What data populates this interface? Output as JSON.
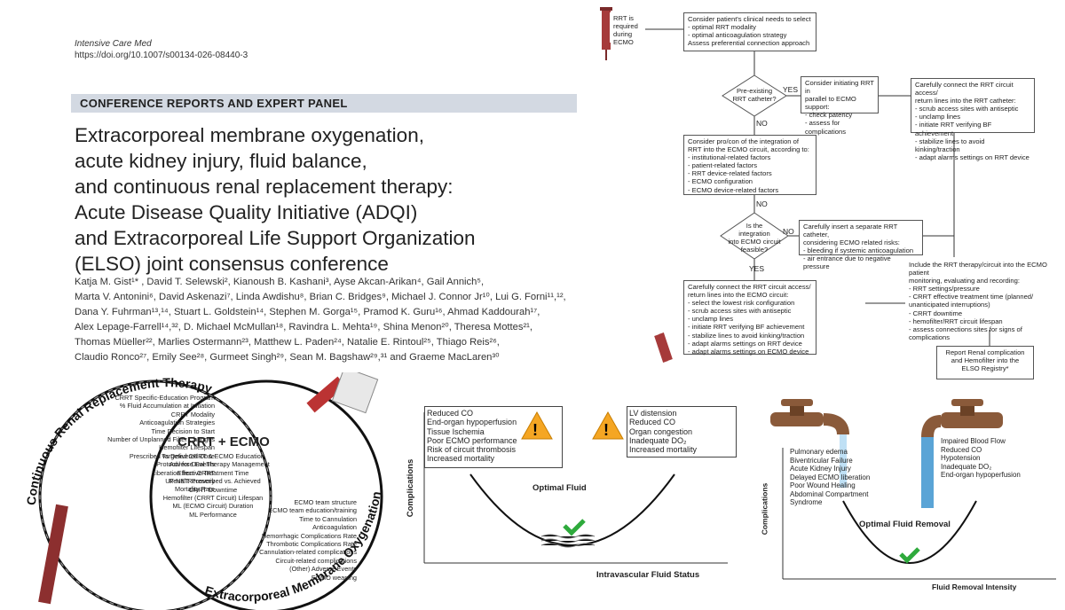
{
  "paper": {
    "journal": "Intensive Care Med",
    "doi": "https://doi.org/10.1007/s00134-026-08440-3",
    "section": "CONFERENCE REPORTS AND EXPERT PANEL",
    "title_lines": [
      "Extracorporeal membrane oxygenation,",
      "acute kidney injury, fluid balance,",
      "and continuous renal replacement therapy:",
      "Acute Disease Quality Initiative (ADQI)",
      "and Extracorporeal Life Support Organization",
      "(ELSO) joint consensus conference"
    ],
    "author_lines": [
      "Katja M. Gist¹* , David T. Selewski², Kianoush B. Kashani³, Ayse Akcan-Arikan⁴, Gail Annich⁵,",
      "Marta V. Antonini⁶, David Askenazi⁷, Linda Awdishu⁸, Brian C. Bridges⁹, Michael J. Connor Jr¹⁰, Lui G. Forni¹¹,¹²,",
      "Dana Y. Fuhrman¹³,¹⁴, Stuart L. Goldstein¹⁴, Stephen M. Gorga¹⁵, Pramod K. Guru¹⁶, Ahmad Kaddourah¹⁷,",
      "Alex Lepage-Farrell¹⁴,³², D. Michael McMullan¹⁸, Ravindra L. Mehta¹⁹, Shina Menon²⁰, Theresa Mottes²¹,",
      "Thomas Müeller²², Marlies Ostermann²³, Matthew L. Paden²⁴, Natalie E. Rintoul²⁵, Thiago Reis²⁶,",
      "Claudio Ronco²⁷, Emily See²⁸, Gurmeet Singh²⁹, Sean M. Bagshaw²⁹,³¹ and Graeme MacLaren³⁰"
    ]
  },
  "flowchart": {
    "start": "RRT is required\nduring ECMO",
    "consider_needs": "Consider patient's clinical needs to select\n- optimal RRT modality\n- optimal anticoagulation strategy\nAssess preferential connection approach",
    "decision1": "Pre-existing\nRRT catheter?",
    "yes1": "YES",
    "no1": "NO",
    "parallel": "Consider initiating RRT in\nparallel to ECMO support:\n- check patency\n- assess for complications",
    "connect_right": "Carefully connect the RRT circuit access/\nreturn lines into the RRT catheter:\n- scrub access sites with antiseptic\n- unclamp lines\n- initiate RRT verifying BF achievement\n- stabilize lines to avoid kinking/traction\n- adapt alarms settings on RRT device",
    "procon": "Consider pro/con of the integration of\nRRT into the ECMO circuit, according to:\n- institutional-related factors\n- patient-related factors\n- RRT device-related factors\n- ECMO configuration\n- ECMO device-related factors",
    "decision2": "Is the\nintegration\ninto ECMO circuit\nfeasible?",
    "no2": "NO",
    "yes2": "YES",
    "separate": "Carefully insert a separate RRT catheter,\nconsidering ECMO related risks:\n- bleeding if systemic anticoagulation\n- air entrance due to negative pressure",
    "connect_ecmo": "Carefully connect the RRT circuit access/\nreturn lines into the ECMO circuit:\n- select  the lowest risk configuration\n- scrub access sites with antiseptic\n- unclamp lines\n- initiate RRT verifying BF achievement\n- stabilize lines to avoid kinking/traction\n- adapt alarms settings on RRT device\n- adapt alarms settings on ECMO device",
    "monitoring": "Include the RRT therapy/circuit into the ECMO patient\nmonitoring, evaluating and recording:\n- RRT settings/pressure\n- CRRT effective treatment time (planned/\n  unanticipated interruptions)\n- CRRT downtime\n- hemofilter/RRT circuit lifespan\n- assess connections  sites for  signs of complications",
    "report": "Report Renal complication\nand Hemofilter into the\nELSO Registry*"
  },
  "venn": {
    "left_title": "Continuous Renal Replacement Therapy",
    "right_title": "Extracorporeal Membrane Oxygenation",
    "center_title": "CRRT + ECMO",
    "left_items": "CRRT Specific-Education Program\n% Fluid Accumulation at Initiation\nCRRT Modality\nAnticoagulation Strategies\nTime Decision to Start\nNumber of Unplanned Filter Changes\nHemofilter Lifespan\nPrescribed vs Delivered Dose\nAdverse Events\nLiberation from CRRT\nRenal Recovery\nMortality Rate",
    "center_items": "Targeted CRRT & ECMO Education\nProtocol for Dual Therapy Management\nEffective Treatment Time\nUF NET: Prescribed vs. Achieved\nCRRT Downtime\nHemofilter (CRRT Circuit) Lifespan\nML (ECMO Circuit) Duration\nML Performance",
    "right_items": "ECMO team structure\nECMO team education/training\nTime to Cannulation\nAnticoagulation\nHemorrhagic Complications Rate\nThrombotic Complications Rate\nCannulation-related complications\nCircuit-related complications\n(Other) Adverse Events\nECMO weaning"
  },
  "fluid_chart": {
    "ylabel": "Complications",
    "xlabel": "Intravascular Fluid Status",
    "optimum": "Optimal Fluid",
    "left_box": "Reduced CO\nEnd-organ hypoperfusion\nTissue Ischemia\nPoor ECMO performance\nRisk of circuit thrombosis\nIncreased mortality",
    "right_box": "LV distension\nReduced CO\nOrgan congestion\nInadequate DO₂\nIncreased mortality"
  },
  "removal_chart": {
    "ylabel": "Complications",
    "xlabel": "Fluid Removal Intensity",
    "optimum": "Optimal Fluid Removal",
    "left_box": "Pulmonary edema\nBiventricular Failure\nAcute Kidney Injury\nDelayed ECMO liberation\nPoor Wound Healing\nAbdominal Compartment\nSyndrome",
    "right_box": "Impaired Blood Flow\nReduced CO\nHypotension\nInadequate DO₂\nEnd-organ hypoperfusion"
  },
  "colors": {
    "banner": "#d3d9e2",
    "warning": "#f5a623",
    "check": "#2eaa3c",
    "tube": "#a63a3a",
    "pipe": "#8a5a3a"
  }
}
